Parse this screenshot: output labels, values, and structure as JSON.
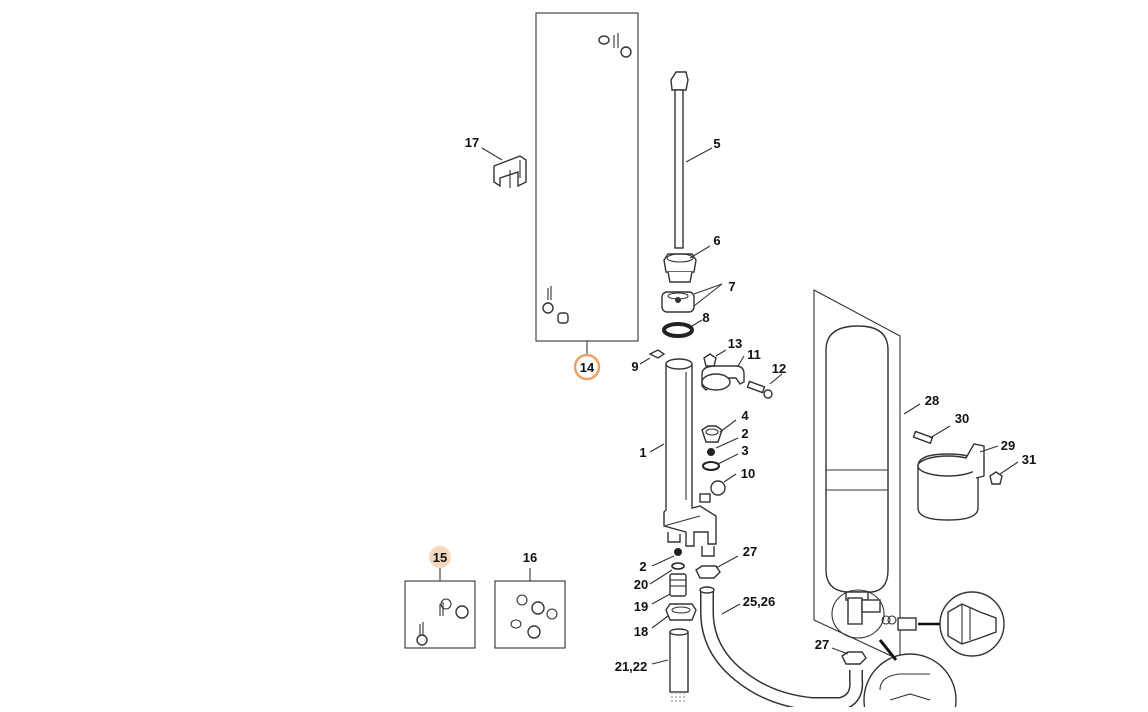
{
  "diagram": {
    "highlight_color": "#f0a060",
    "highlight_fill": "#f9d7bd",
    "callouts": [
      {
        "id": "c1",
        "label": "1"
      },
      {
        "id": "c2a",
        "label": "2"
      },
      {
        "id": "c2b",
        "label": "2"
      },
      {
        "id": "c3",
        "label": "3"
      },
      {
        "id": "c4",
        "label": "4"
      },
      {
        "id": "c5",
        "label": "5"
      },
      {
        "id": "c6",
        "label": "6"
      },
      {
        "id": "c7",
        "label": "7"
      },
      {
        "id": "c8",
        "label": "8"
      },
      {
        "id": "c9",
        "label": "9"
      },
      {
        "id": "c10",
        "label": "10"
      },
      {
        "id": "c11",
        "label": "11"
      },
      {
        "id": "c12",
        "label": "12"
      },
      {
        "id": "c13",
        "label": "13"
      },
      {
        "id": "c14",
        "label": "14",
        "highlight": "ring"
      },
      {
        "id": "c15",
        "label": "15",
        "highlight": "fill"
      },
      {
        "id": "c16",
        "label": "16"
      },
      {
        "id": "c17",
        "label": "17"
      },
      {
        "id": "c18",
        "label": "18"
      },
      {
        "id": "c19",
        "label": "19"
      },
      {
        "id": "c20",
        "label": "20"
      },
      {
        "id": "c21",
        "label": "21,22"
      },
      {
        "id": "c25",
        "label": "25,26"
      },
      {
        "id": "c27a",
        "label": "27"
      },
      {
        "id": "c27b",
        "label": "27"
      },
      {
        "id": "c28",
        "label": "28"
      },
      {
        "id": "c29",
        "label": "29"
      },
      {
        "id": "c30",
        "label": "30"
      },
      {
        "id": "c31",
        "label": "31"
      }
    ]
  }
}
